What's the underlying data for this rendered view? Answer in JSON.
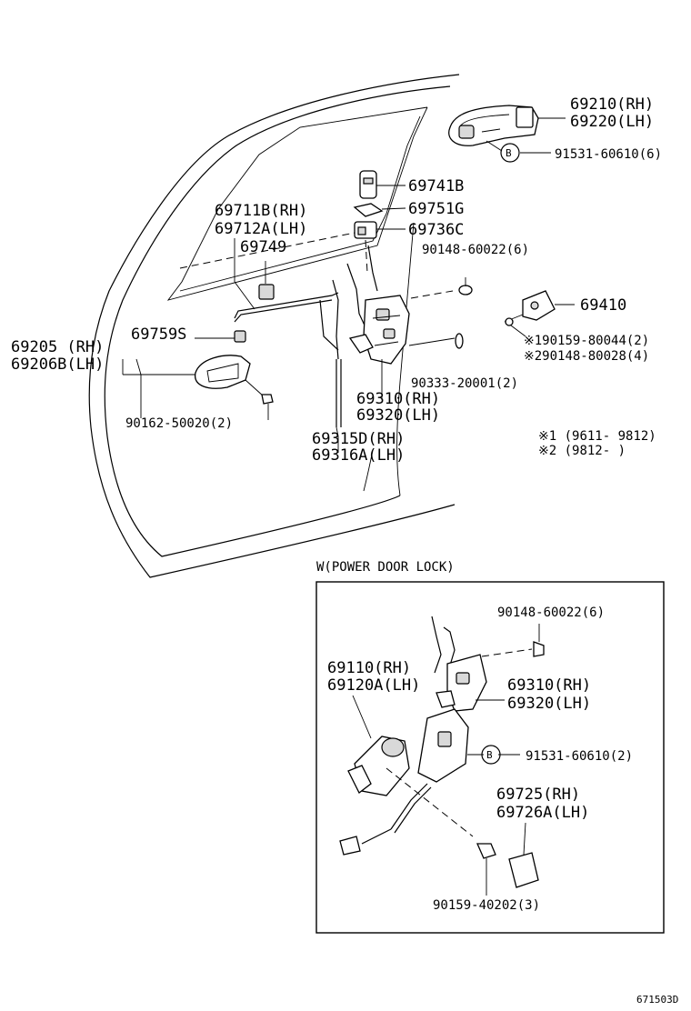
{
  "labels": {
    "p69210": "69210(RH)",
    "p69220": "69220(LH)",
    "b_mark_top": "B",
    "p91531_top": "91531-60610(6)",
    "p69741": "69741B",
    "p69751": "69751G",
    "p69736": "69736C",
    "p69711": "69711B(RH)",
    "p69712": "69712A(LH)",
    "p69749": "69749",
    "p90148_top": "90148-60022(6)",
    "p69410": "69410",
    "p69759": "69759S",
    "p69205": "69205 (RH)",
    "p69206": "69206B(LH)",
    "p90159_80044": "※190159-80044(2)",
    "p90148_80028": "※290148-80028(4)",
    "p90333": "90333-20001(2)",
    "p69310_top": "69310(RH)",
    "p69320_top": "69320(LH)",
    "p90162": "90162-50020(2)",
    "note1": "※1 (9611- 9812)",
    "note2": "※2 (9812-       )",
    "p69315": "69315D(RH)",
    "p69316": "69316A(LH)",
    "inset_title": "W(POWER DOOR LOCK)",
    "p90148_inset": "90148-60022(6)",
    "p69110": "69110(RH)",
    "p69120": "69120A(LH)",
    "p69310_inset": "69310(RH)",
    "p69320_inset": "69320(LH)",
    "b_mark_inset": "B",
    "p91531_inset": "91531-60610(2)",
    "p69725": "69725(RH)",
    "p69726": "69726A(LH)",
    "p90159_40202": "90159-40202(3)",
    "diagram_code": "671503D"
  }
}
